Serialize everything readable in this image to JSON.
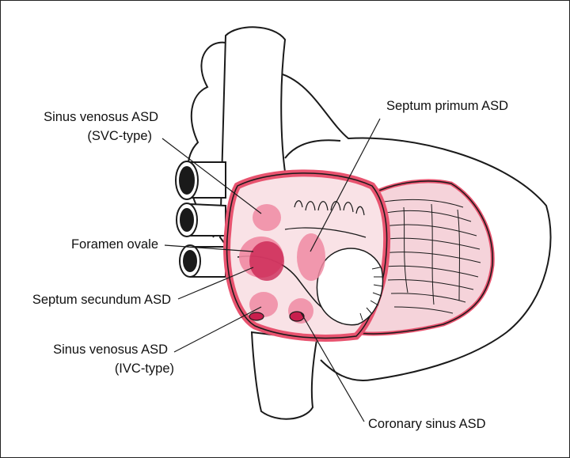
{
  "labels": {
    "sinus_venosus_svc_1": "Sinus venosus ASD",
    "sinus_venosus_svc_2": "(SVC-type)",
    "septum_primum": "Septum primum ASD",
    "foramen_ovale": "Foramen ovale",
    "septum_secundum": "Septum secundum ASD",
    "sinus_venosus_ivc_1": "Sinus venosus ASD",
    "sinus_venosus_ivc_2": "(IVC-type)",
    "coronary_sinus": "Coronary sinus ASD"
  },
  "colors": {
    "outline": "#1a1a1a",
    "atrial_wall": "#e8536f",
    "chamber_fill": "#f9e2e6",
    "defect_light": "#f08aa2",
    "defect_dark": "#c81e4d",
    "ventricle_fill": "#f5d3da"
  }
}
